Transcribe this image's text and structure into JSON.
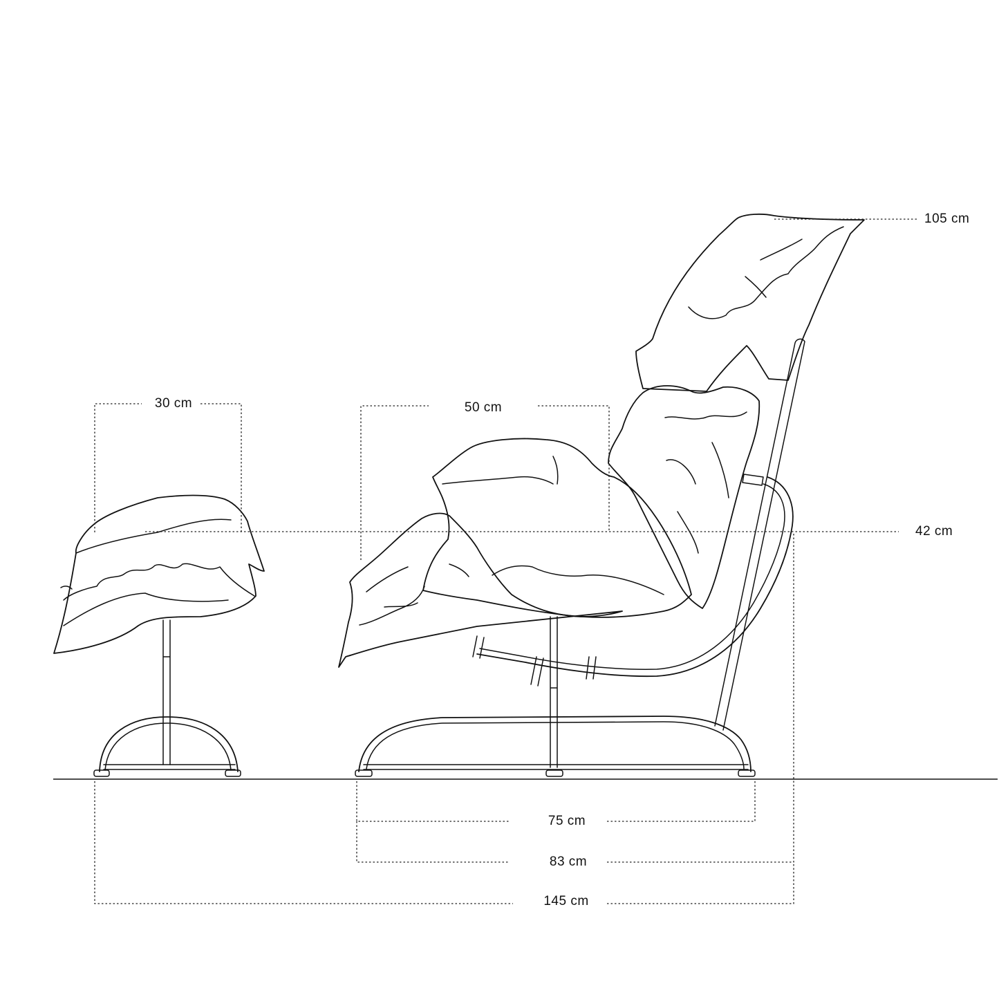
{
  "dimensions": {
    "overall_height": "105 cm",
    "seat_height": "42 cm",
    "ottoman_depth": "30 cm",
    "seat_depth": "50 cm",
    "chair_base_length": "75 cm",
    "chair_length": "83 cm",
    "total_length": "145 cm"
  },
  "colors": {
    "line": "#111111",
    "background": "#ffffff"
  }
}
